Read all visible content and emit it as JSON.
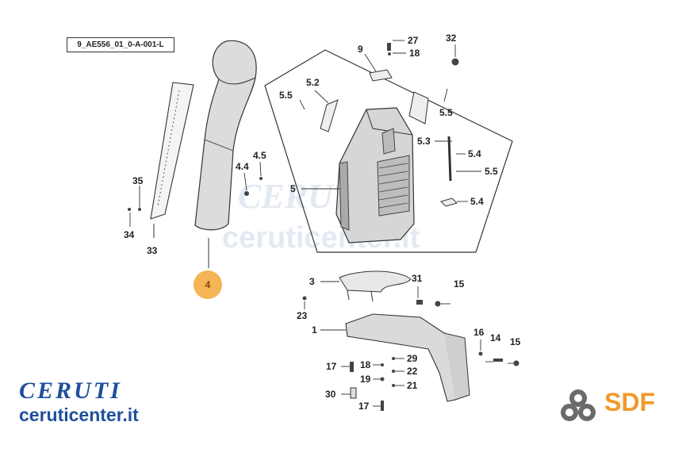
{
  "drawing_code": "9_AE556_01_0-A-001-L",
  "watermark": {
    "brand": "CERUTI",
    "url": "ceruticenter.it"
  },
  "brand": {
    "name": "CERUTI",
    "site": "ceruticenter.it",
    "color": "#1f4f9c"
  },
  "sdf_logo": {
    "text": "SDF",
    "color": "#f09a2a",
    "mark_color": "#6b6b6b"
  },
  "highlight": {
    "label": "4",
    "color": "#f5b455"
  },
  "callouts": [
    "27",
    "18",
    "32",
    "9",
    "5.2",
    "5.5",
    "5.5",
    "5.3",
    "5.4",
    "5.5",
    "5",
    "5.4",
    "35",
    "4.5",
    "4.4",
    "34",
    "33",
    "3",
    "31",
    "15",
    "23",
    "1",
    "16",
    "14",
    "15",
    "29",
    "17",
    "18",
    "22",
    "19",
    "21",
    "30",
    "17"
  ]
}
